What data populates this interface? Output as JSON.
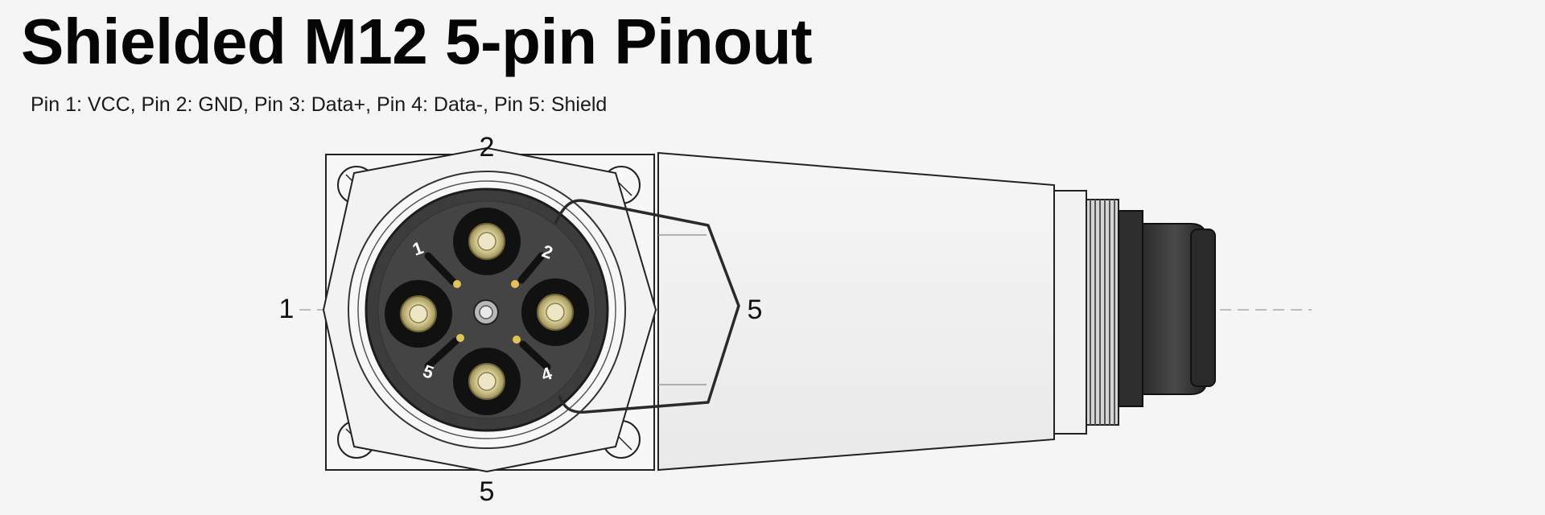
{
  "title": "Shielded M12 5-pin Pinout",
  "subtitle": "Pin 1: VCC, Pin 2: GND, Pin 3: Data+, Pin 4: Data-, Pin 5: Shield",
  "outer_labels": {
    "top": "2",
    "left": "1",
    "bottom": "5",
    "right": "5"
  },
  "pin_labels": {
    "pin1": "1",
    "pin2": "2",
    "pin4": "4",
    "pin5": "5"
  },
  "colors": {
    "background": "#f4f5f4",
    "outline": "#222222",
    "face": "#3a3a3a",
    "contact_gold": "#d9cf9a",
    "nut": "#2f2f2f"
  }
}
